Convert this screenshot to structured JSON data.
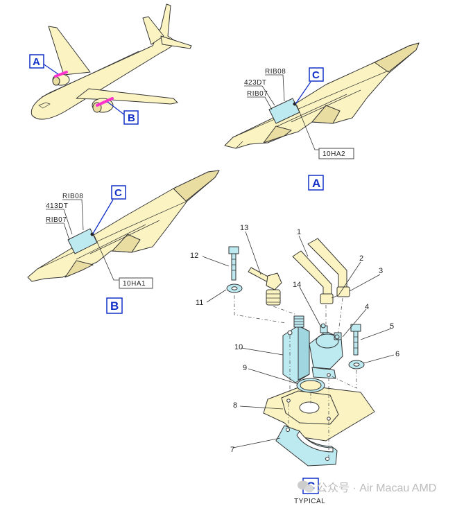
{
  "view_labels": {
    "a": "A",
    "b": "B",
    "c": "C"
  },
  "references": {
    "rib08": "RIB08",
    "dt_a": "423DT",
    "rib07": "RIB07",
    "sensor_a": "10HA2",
    "dt_b": "413DT",
    "sensor_b": "10HA1"
  },
  "callouts": [
    "1",
    "2",
    "3",
    "4",
    "5",
    "6",
    "7",
    "8",
    "9",
    "10",
    "11",
    "12",
    "13",
    "14"
  ],
  "typical_label": "TYPICAL",
  "watermark": {
    "icon": "wechat-icon",
    "text": "公众号 · Air Macau AMD"
  },
  "colors": {
    "aircraft": "#fbf4c2",
    "pylon_shadow": "#e9dda2",
    "component": "#bde9f0",
    "highlight": "#ff33cc",
    "label_blue": "#1030c8"
  }
}
